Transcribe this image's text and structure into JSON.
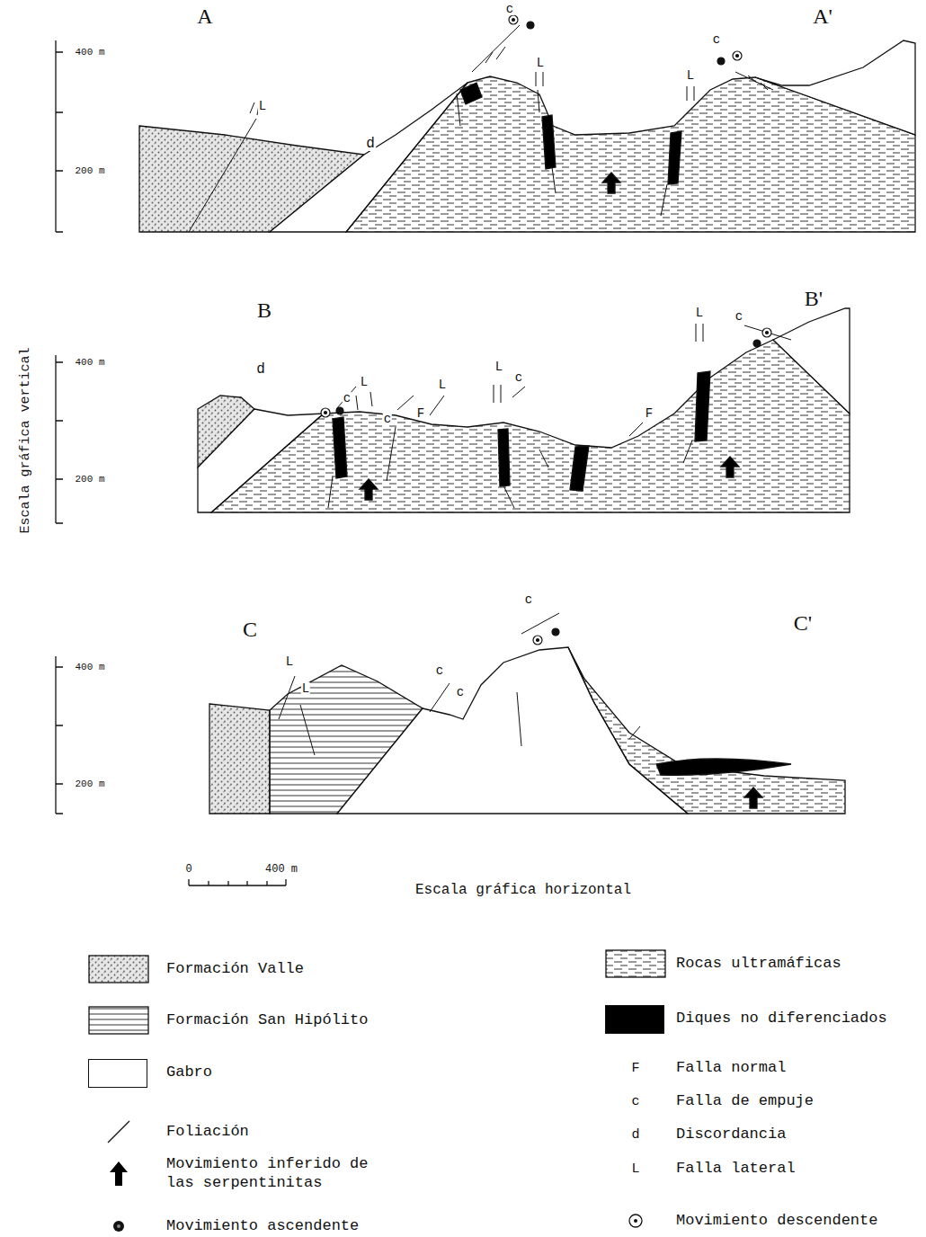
{
  "diagram": {
    "labels": [
      "A",
      "A'",
      "400 m",
      "200 m",
      "L",
      "d",
      "c",
      "L",
      "L",
      "c",
      "B",
      "B'",
      "400 m",
      "200 m",
      "d",
      "c",
      "L",
      "c",
      "F",
      "L",
      "L",
      "c",
      "F",
      "L",
      "c",
      "C",
      "C'",
      "400 m",
      "200 m",
      "L",
      "L",
      "c",
      "c",
      "c",
      "Escala gráfica vertical",
      "0",
      "400 m",
      "Escala gráfica horizontal",
      "F",
      "c",
      "d",
      "L"
    ],
    "legend": [
      {
        "text": "Formación Valle"
      },
      {
        "text": "Formación San Hipólito"
      },
      {
        "text": "Gabro",
        "color": "#ffffff"
      },
      {
        "text": "Foliación"
      },
      {
        "text": "Movimiento inferido de las serpentinitas"
      },
      {
        "text": "Movimiento ascendente"
      },
      {
        "text": "Rocas ultramáficas"
      },
      {
        "text": "Diques no diferenciados",
        "color": "#000000"
      },
      {
        "text": "Falla normal"
      },
      {
        "text": "Falla de empuje"
      },
      {
        "text": "Discordancia"
      },
      {
        "text": "Falla lateral"
      },
      {
        "text": "Movimiento descendente"
      }
    ]
  }
}
